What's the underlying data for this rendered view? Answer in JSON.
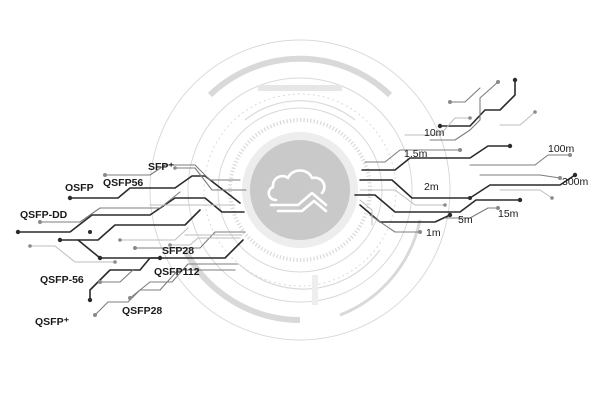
{
  "hub": {
    "icon": "cloud-icon"
  },
  "left_labels": {
    "sfp_plus": "SFP⁺",
    "qsfp56": "QSFP56",
    "osfp": "OSFP",
    "qsfp_dd": "QSFP-DD",
    "sfp28": "SFP28",
    "qsfp112": "QSFP112",
    "qsfp_56": "QSFP-56",
    "qsfp28": "QSFP28",
    "qsfp_plus": "QSFP⁺"
  },
  "right_labels": {
    "m10": "10m",
    "m1_5": "1.5m",
    "m100": "100m",
    "m2": "2m",
    "m300": "300m",
    "m15": "15m",
    "m5": "5m",
    "m1": "1m"
  },
  "colors": {
    "hub_fill": "#c9c9c9",
    "trace_dark": "#2b2b2b",
    "trace_mid": "#7d7d7d",
    "trace_light": "#bdbdbd"
  }
}
